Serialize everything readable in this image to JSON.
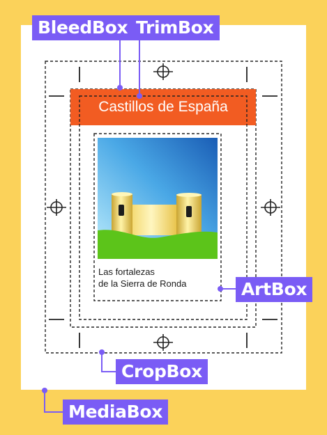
{
  "labels": {
    "bleedbox": "BleedBox",
    "trimbox": "TrimBox",
    "artbox": "ArtBox",
    "cropbox": "CropBox",
    "mediabox": "MediaBox"
  },
  "page": {
    "header_title": "Castillos de España",
    "caption_line1": "Las fortalezas",
    "caption_line2": "de la Sierra de Ronda"
  },
  "colors": {
    "media_background": "#fbd25a",
    "page_background": "#ffffff",
    "header_band": "#f25c22",
    "label_background": "#7a5cf5",
    "sky_top": "#1f6fc0",
    "sky_bottom": "#a8e2f8",
    "grass": "#5cc41a",
    "castle": "#f2d55a"
  },
  "icons": [
    "crosshair-registration-mark",
    "crop-mark"
  ]
}
